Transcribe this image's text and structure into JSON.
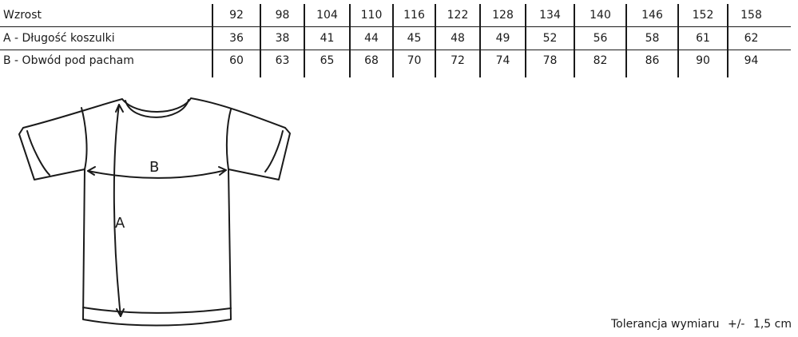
{
  "size_table": {
    "header": {
      "label": "Wzrost",
      "values": [
        "92",
        "98",
        "104",
        "110",
        "116",
        "122",
        "128",
        "134",
        "140",
        "146",
        "152",
        "158"
      ]
    },
    "rows": [
      {
        "label": "A - Długość koszulki",
        "values": [
          "36",
          "38",
          "41",
          "44",
          "45",
          "48",
          "49",
          "52",
          "56",
          "58",
          "61",
          "62"
        ]
      },
      {
        "label": "B - Obwód pod pacham",
        "values": [
          "60",
          "63",
          "65",
          "68",
          "70",
          "72",
          "74",
          "78",
          "82",
          "86",
          "90",
          "94"
        ]
      }
    ]
  },
  "diagram": {
    "label_a": "A",
    "label_b": "B"
  },
  "tolerance": {
    "label": "Tolerancja wymiaru",
    "symbol": "+/-",
    "value": "1,5 cm"
  }
}
